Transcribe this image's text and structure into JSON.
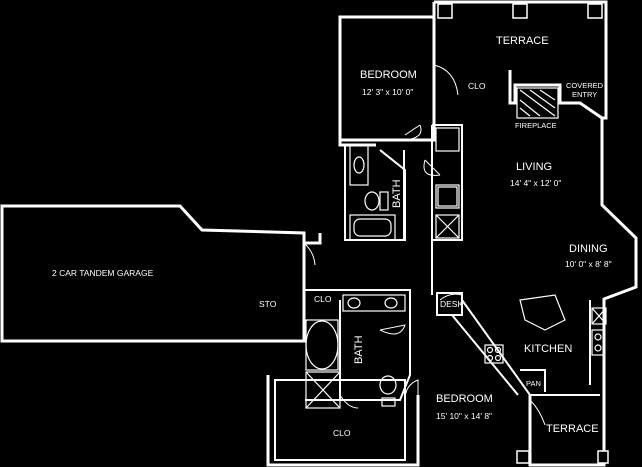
{
  "rooms": {
    "terrace_top": "TERRACE",
    "bedroom1": "BEDROOM",
    "bedroom1_size": "12' 3\" x 10' 0\"",
    "clo_top": "CLO",
    "covered_entry_1": "COVERED",
    "covered_entry_2": "ENTRY",
    "fireplace": "FIREPLACE",
    "bath1": "BATH",
    "living": "LIVING",
    "living_size": "14' 4\" x 12' 0\"",
    "dining": "DINING",
    "dining_size": "10' 0\" x 8' 8\"",
    "garage": "2 CAR TANDEM GARAGE",
    "sto": "STO",
    "clo_mid": "CLO",
    "desk": "DESK",
    "bath2": "BATH",
    "kitchen": "KITCHEN",
    "pan": "PAN",
    "bedroom2": "BEDROOM",
    "bedroom2_size": "15' 10\" x 14' 8\"",
    "clo_bottom": "CLO",
    "terrace_bottom": "TERRACE"
  }
}
